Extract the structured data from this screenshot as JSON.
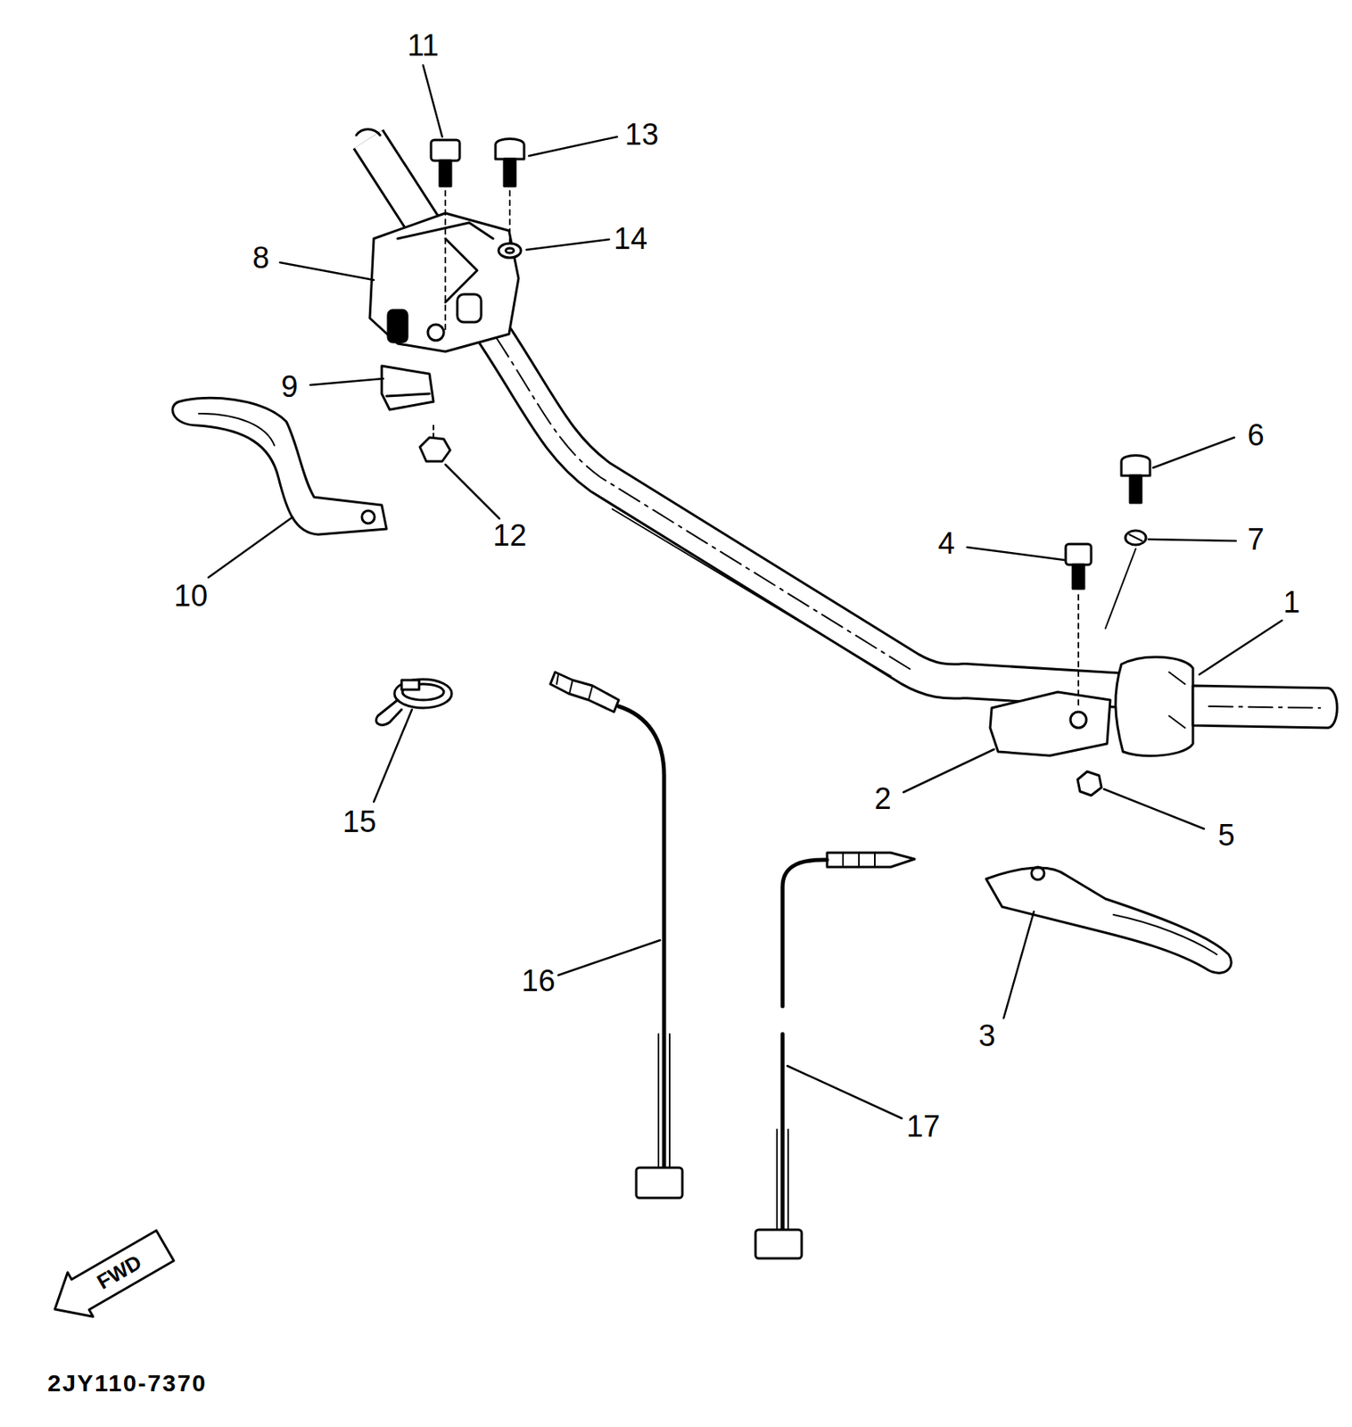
{
  "diagram": {
    "labels": [
      "11",
      "13",
      "14",
      "8",
      "9",
      "10",
      "12",
      "6",
      "4",
      "7",
      "1",
      "2",
      "5",
      "15",
      "16",
      "3",
      "17",
      "FWD",
      "2JY110-7370"
    ]
  }
}
